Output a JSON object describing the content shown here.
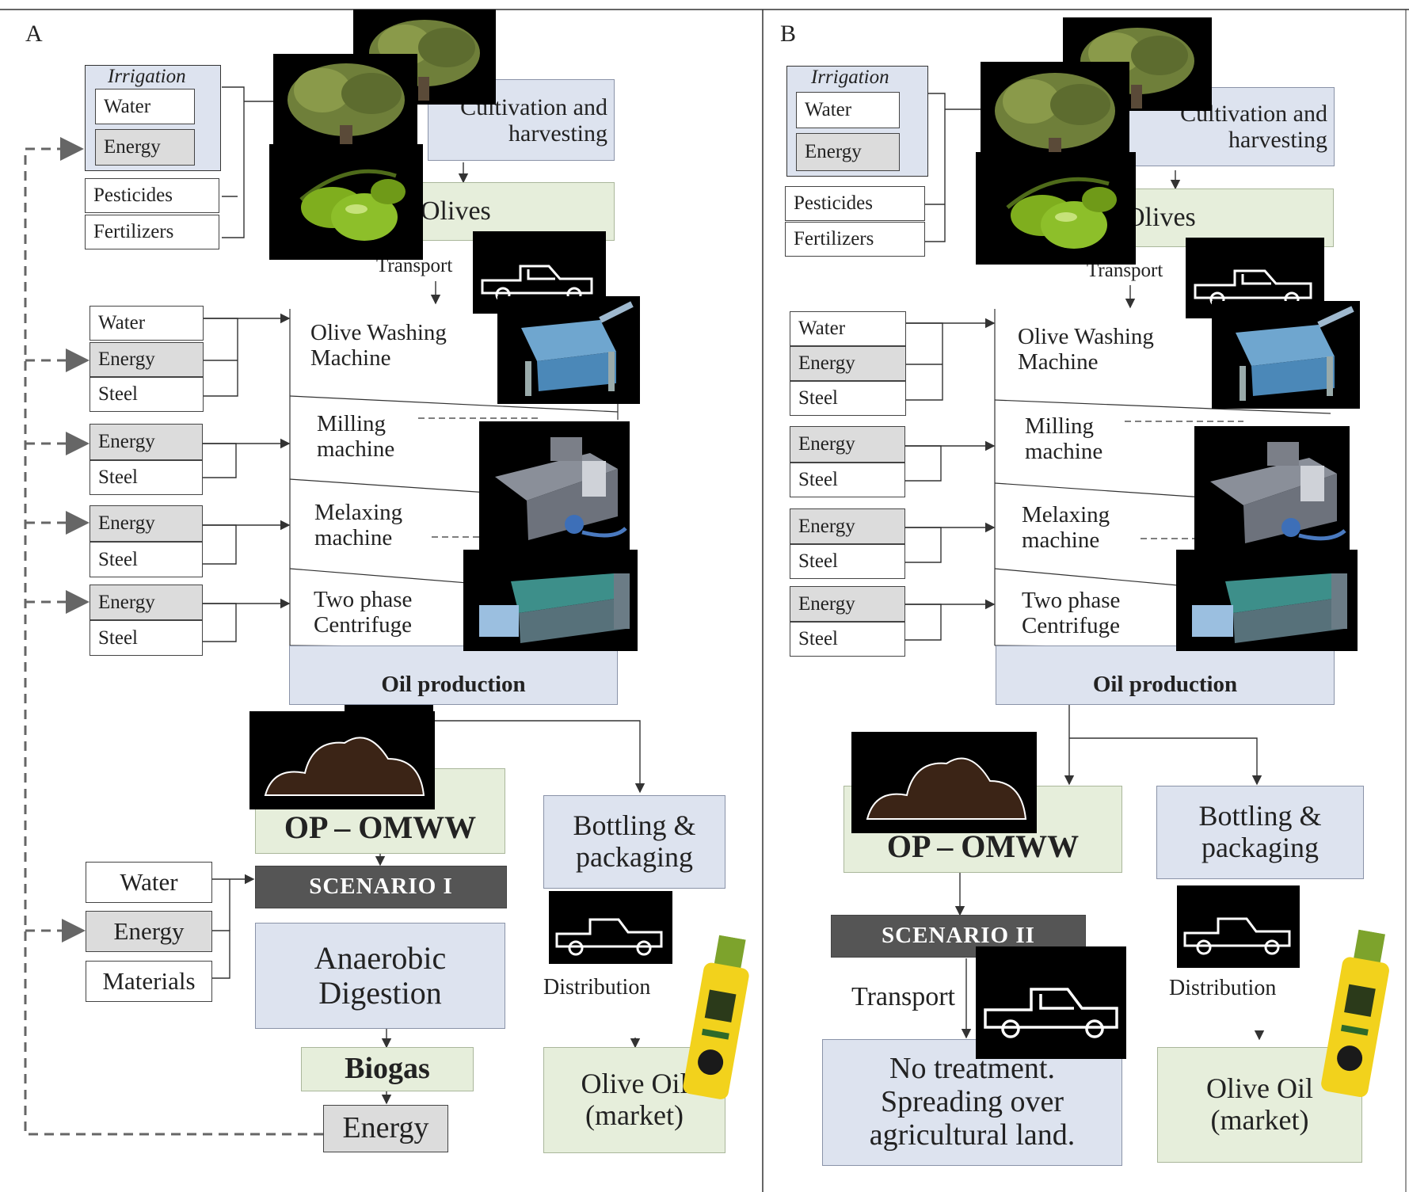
{
  "panels": {
    "a": {
      "letter": "A",
      "irrigation": {
        "title": "Irrigation",
        "water": "Water",
        "energy": "Energy"
      },
      "pesticides": "Pesticides",
      "fertilizers": "Fertilizers",
      "cultivation": "Cultivation and harvesting",
      "olives": "Olives",
      "transport": "Transport",
      "washing": "Olive Washing Machine",
      "milling": "Milling machine",
      "melaxing": "Melaxing machine",
      "centrifuge": "Two phase Centrifuge",
      "oil_production": "Oil production",
      "inputs": {
        "water": "Water",
        "energy": "Energy",
        "steel": "Steel"
      },
      "op_omww": "OP – OMWW",
      "bottling": "Bottling & packaging",
      "scenario": "SCENARIO  I",
      "scenario_inputs": {
        "water": "Water",
        "energy": "Energy",
        "materials": "Materials"
      },
      "anaerobic": "Anaerobic Digestion",
      "biogas": "Biogas",
      "energy_out": "Energy",
      "distribution": "Distribution",
      "olive_oil": "Olive Oil (market)"
    },
    "b": {
      "letter": "B",
      "irrigation": {
        "title": "Irrigation",
        "water": "Water",
        "energy": "Energy"
      },
      "pesticides": "Pesticides",
      "fertilizers": "Fertilizers",
      "cultivation": "Cultivation and harvesting",
      "olives": "Olives",
      "transport": "Transport",
      "washing": "Olive Washing Machine",
      "milling": "Milling machine",
      "melaxing": "Melaxing machine",
      "centrifuge": "Two phase Centrifuge",
      "oil_production": "Oil production",
      "inputs": {
        "water": "Water",
        "energy": "Energy",
        "steel": "Steel"
      },
      "op_omww": "OP – OMWW",
      "bottling": "Bottling & packaging",
      "scenario": "SCENARIO  II",
      "transport_2": "Transport",
      "no_treatment": "No treatment. Spreading over agricultural land.",
      "distribution": "Distribution",
      "olive_oil": "Olive Oil (market)"
    }
  },
  "colors": {
    "blue_box": "#dde3ef",
    "green_box": "#e6eedb",
    "grey_box": "#dcdcdc",
    "scenario_bar": "#555555",
    "dashed_feedback": "#666666"
  },
  "icons": [
    "olive-tree-icon",
    "olive-fruit-icon",
    "truck-icon",
    "machine-icon",
    "soil-pile-icon",
    "oil-bottle-icon"
  ]
}
